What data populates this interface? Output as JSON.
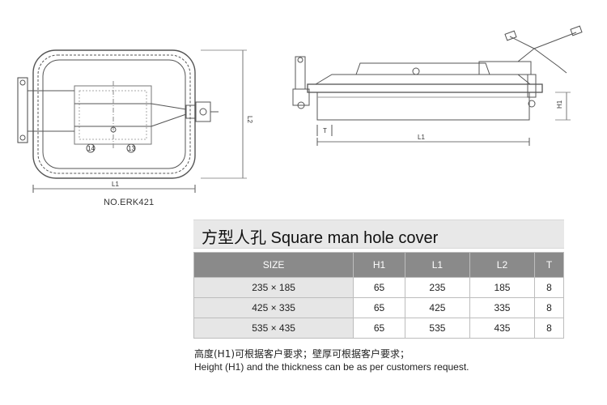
{
  "drawing": {
    "front_labels": {
      "l1": "L1",
      "l2": "L2",
      "callout_a": "14",
      "callout_b": "13"
    },
    "side_labels": {
      "h1": "H1",
      "t": "T",
      "l1": "L1"
    }
  },
  "model_no": "NO.ERK421",
  "title": "方型人孔 Square man hole cover",
  "table": {
    "headers": [
      "SIZE",
      "H1",
      "L1",
      "L2",
      "T"
    ],
    "rows": [
      [
        "235 × 185",
        "65",
        "235",
        "185",
        "8"
      ],
      [
        "425 × 335",
        "65",
        "425",
        "335",
        "8"
      ],
      [
        "535 × 435",
        "65",
        "535",
        "435",
        "8"
      ]
    ]
  },
  "notes": {
    "cn": "高度(H1)可根据客户要求；壁厚可根据客户要求；",
    "en": "Height (H1) and the thickness can be as per customers request."
  }
}
